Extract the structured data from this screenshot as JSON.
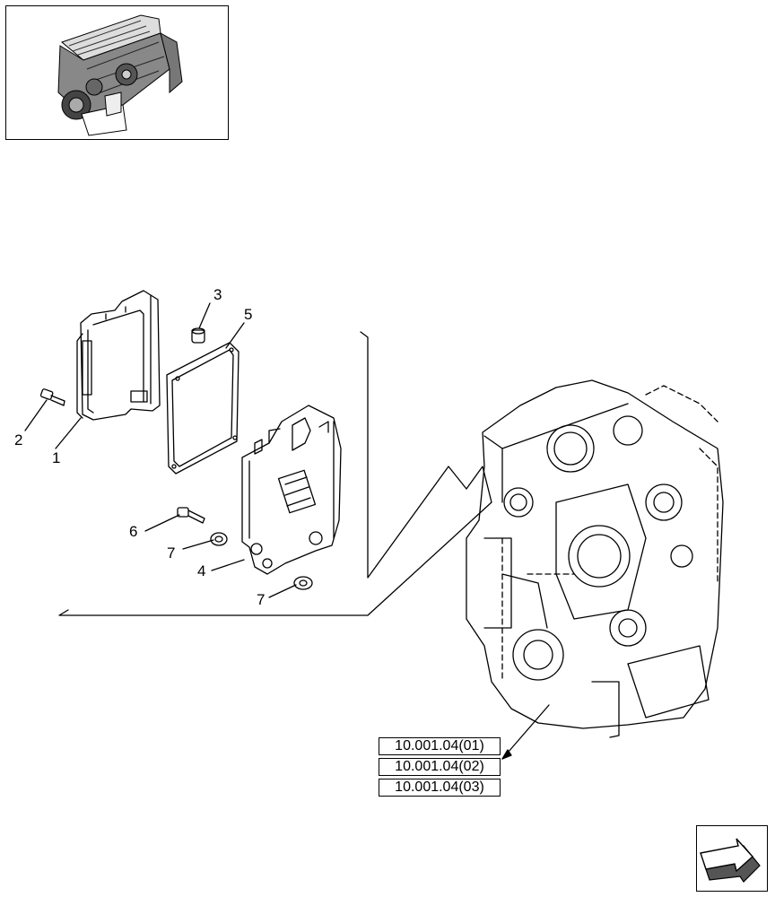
{
  "callouts": {
    "c1": "1",
    "c2": "2",
    "c3": "3",
    "c4": "4",
    "c5": "5",
    "c6": "6",
    "c7a": "7",
    "c7b": "7"
  },
  "references": [
    "10.001.04(01)",
    "10.001.04(02)",
    "10.001.04(03)"
  ],
  "thumbnail": {
    "icon": "engine-thumbnail-icon"
  },
  "navigation": {
    "icon": "next-page-arrow-icon"
  },
  "colors": {
    "line": "#000000",
    "background": "#ffffff",
    "arrow_fill": "#555555"
  }
}
